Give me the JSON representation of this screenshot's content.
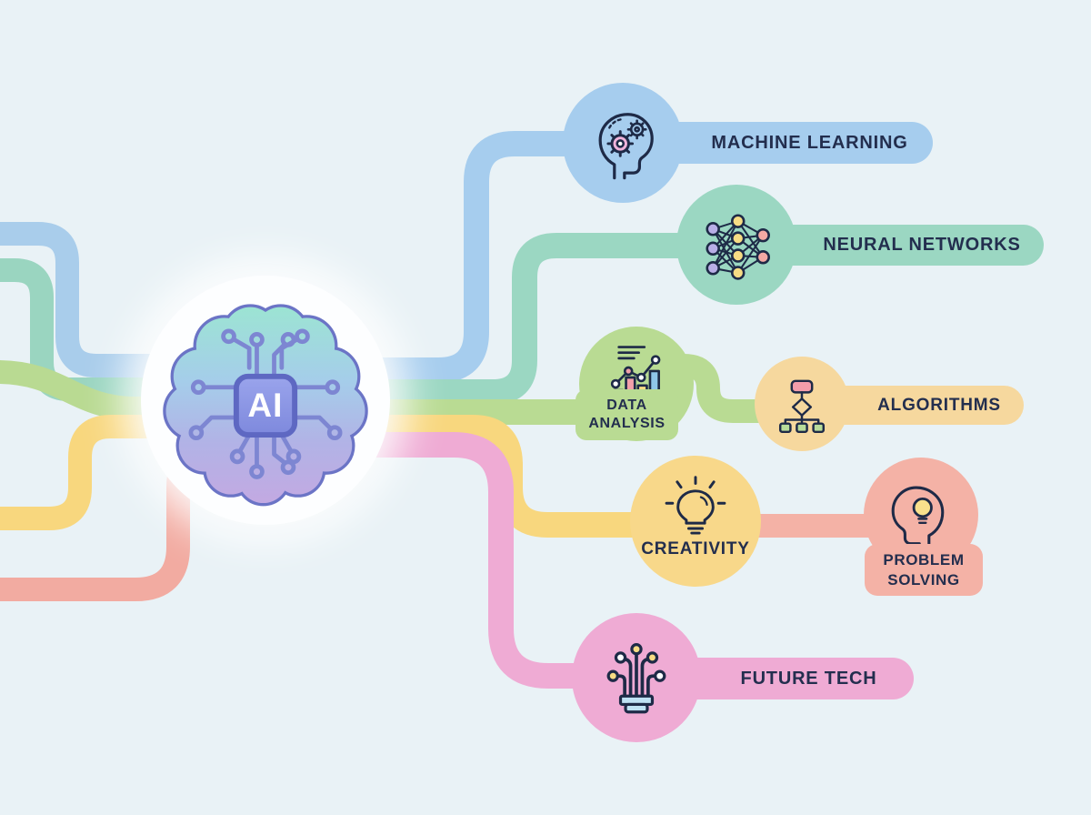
{
  "background": "#e9f2f6",
  "text_color": "#232e4e",
  "center": {
    "label": "AI",
    "icon": "brain-circuit",
    "circle_color": "#fdfeff",
    "chip_color": "#8791e0"
  },
  "nodes": [
    {
      "id": "machine-learning",
      "label": "MACHINE LEARNING",
      "color": "#a6cdee",
      "icon": "head-gears"
    },
    {
      "id": "neural-networks",
      "label": "NEURAL NETWORKS",
      "color": "#9bd7c2",
      "icon": "network-graph"
    },
    {
      "id": "data-analysis",
      "label": "DATA ANALYSIS",
      "label_line1": "DATA",
      "label_line2": "ANALYSIS",
      "color": "#b9db93",
      "icon": "bar-chart"
    },
    {
      "id": "algorithms",
      "label": "ALGORITHMS",
      "color": "#f6d89e",
      "icon": "flowchart"
    },
    {
      "id": "creativity",
      "label": "CREATIVITY",
      "color": "#f8d88a",
      "icon": "lightbulb"
    },
    {
      "id": "problem-solving",
      "label": "PROBLEM SOLVING",
      "label_line1": "PROBLEM",
      "label_line2": "SOLVING",
      "color": "#f4b2a6",
      "icon": "head-lightbulb"
    },
    {
      "id": "future-tech",
      "label": "FUTURE TECH",
      "color": "#efabd4",
      "icon": "circuit-sprout"
    }
  ],
  "connector_colors": {
    "blue": "#a6cdee",
    "teal": "#9bd7c2",
    "green": "#b9db93",
    "yellow": "#f8d77e",
    "salmon": "#f2aba1",
    "pink": "#efabd4"
  }
}
